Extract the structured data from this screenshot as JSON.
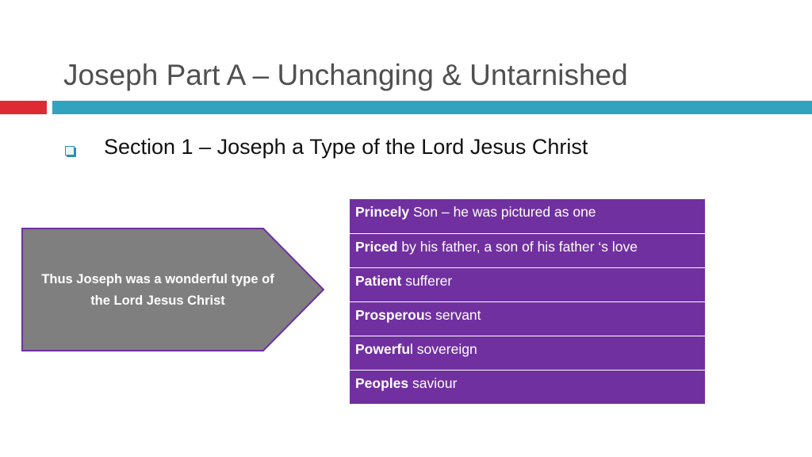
{
  "slide": {
    "title": "Joseph Part A – Unchanging & Untarnished",
    "section": "Section 1 – Joseph a Type of the Lord Jesus Christ",
    "callout": "Thus Joseph was a wonderful type of the Lord Jesus Christ"
  },
  "qualities": [
    {
      "bold": "Princely",
      "rest": " Son – he was pictured as one"
    },
    {
      "bold": "Priced",
      "rest": " by his father, a son of his father ‘s love"
    },
    {
      "bold": "Patient",
      "rest": " sufferer"
    },
    {
      "bold": "Prosperou",
      "rest": "s servant"
    },
    {
      "bold": "Powerfu",
      "rest": "l sovereign"
    },
    {
      "bold": "Peoples",
      "rest": " saviour"
    }
  ],
  "colors": {
    "accent_red": "#de2b32",
    "accent_teal": "#31a3bf",
    "table_purple": "#7030a0",
    "chevron_gray": "#7f7f7f"
  },
  "icons": {
    "bullet": "square-bullet-icon"
  }
}
